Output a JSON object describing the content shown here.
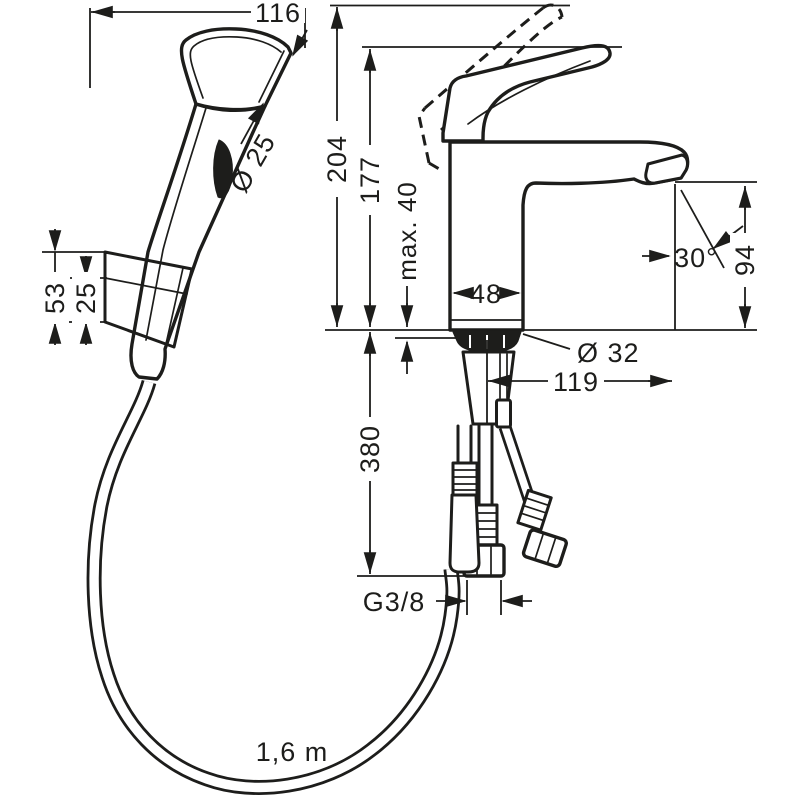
{
  "diagram": {
    "type": "technical-dimension-drawing",
    "subject": "basin mixer tap with hand shower, wall bracket and shower hose",
    "line_color": "#1d1d1b",
    "background_color": "#ffffff",
    "labels": {
      "shower_width": "116",
      "head_diameter": "Ø 25",
      "bracket_height": "53",
      "bracket_offset": "25",
      "total_height": "204",
      "spout_tip_height": "177",
      "max_deck_thickness": "max. 40",
      "body_width": "48",
      "spray_angle": "30°",
      "spout_height": "94",
      "tap_hole_diameter": "Ø 32",
      "spout_reach": "119",
      "connection_hose_length": "380",
      "connection_thread": "G3/8",
      "shower_hose_length": "1,6 m"
    }
  }
}
